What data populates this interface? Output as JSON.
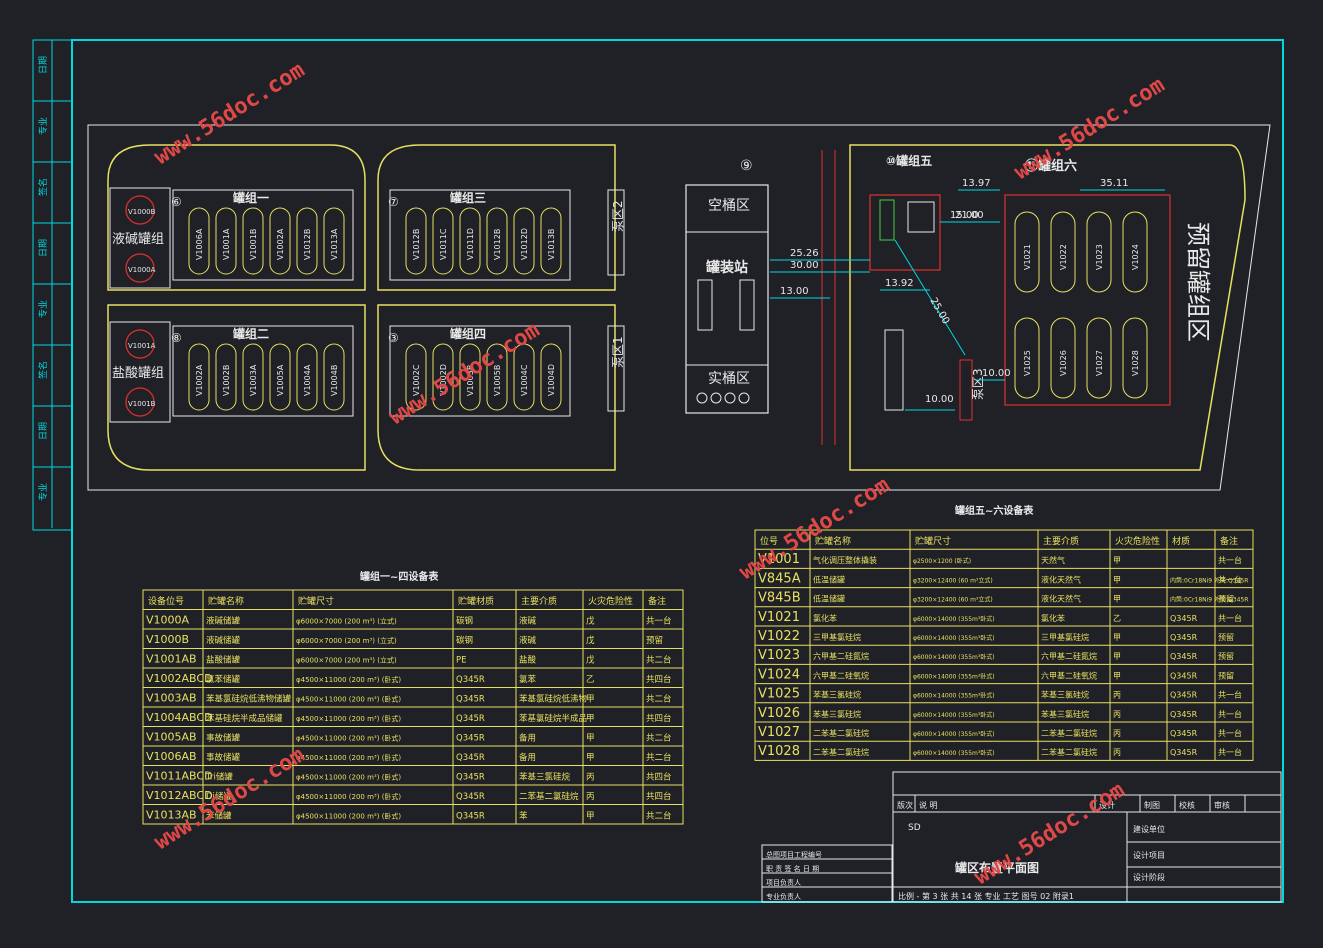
{
  "zones": {
    "g1": "罐组一",
    "g2": "罐组二",
    "g3": "罐组三",
    "g4": "罐组四",
    "g5": "⑩罐组五",
    "g6": "⑪罐组六",
    "alkali": "液碱罐组",
    "acid": "盐酸罐组",
    "empty_drum": "空桶区",
    "full_drum": "实桶区",
    "filling": "罐装站",
    "pump1": "泵区1",
    "pump2": "泵区2",
    "pump3": "泵区3",
    "reserve": "预留罐组区"
  },
  "circles": [
    "⑥",
    "⑦",
    "⑧",
    "③",
    "⑨"
  ],
  "tank_labels": {
    "g1": [
      "V1006A",
      "V1001A",
      "V1001B",
      "V1002A",
      "V1012B",
      "V1013A"
    ],
    "g2": [
      "V1002A",
      "V1002B",
      "V1003A",
      "V1005A",
      "V1004A",
      "V1004B"
    ],
    "g3": [
      "V1012B",
      "V1011C",
      "V1011D",
      "V1012B",
      "V1012D",
      "V1013B"
    ],
    "g4": [
      "V1002C",
      "V1002D",
      "V1003B",
      "V1005B",
      "V1004C",
      "V1004D"
    ],
    "g6top": [
      "V1021",
      "V1022",
      "V1023",
      "V1024"
    ],
    "g6bot": [
      "V1025",
      "V1026",
      "V1027",
      "V1028"
    ],
    "alkali": [
      "V1000B",
      "V1000A"
    ],
    "acid": [
      "V1001A",
      "V1001B"
    ]
  },
  "dims": [
    "13.97",
    "35.11",
    "21.00",
    "25.26",
    "30.00",
    "13.00",
    "13.92",
    "25.00",
    "10.00",
    "10.00",
    "15.00"
  ],
  "table1": {
    "title": "罐组一~四设备表",
    "headers": [
      "设备位号",
      "贮罐名称",
      "贮罐尺寸",
      "贮罐材质",
      "主要介质",
      "火灾危险性",
      "备注"
    ],
    "rows": [
      [
        "V1000A",
        "液碱储罐",
        "φ6000×7000 (200 m³) (立式)",
        "碳钢",
        "液碱",
        "戊",
        "共一台"
      ],
      [
        "V1000B",
        "液碱储罐",
        "φ6000×7000 (200 m³) (立式)",
        "碳钢",
        "液碱",
        "戊",
        "预留"
      ],
      [
        "V1001AB",
        "盐酸储罐",
        "φ6000×7000 (200 m³) (立式)",
        "PE",
        "盐酸",
        "戊",
        "共二台"
      ],
      [
        "V1002ABCD",
        "氯苯储罐",
        "φ4500×11000 (200 m³) (卧式)",
        "Q345R",
        "氯苯",
        "乙",
        "共四台"
      ],
      [
        "V1003AB",
        "苯基氯硅烷低沸物储罐",
        "φ4500×11000 (200 m³) (卧式)",
        "Q345R",
        "苯基氯硅烷低沸物",
        "甲",
        "共二台"
      ],
      [
        "V1004ABCD",
        "苯基硅烷半成品储罐",
        "φ4500×11000 (200 m³) (卧式)",
        "Q345R",
        "苯基氯硅烷半成品",
        "甲",
        "共四台"
      ],
      [
        "V1005AB",
        "事故储罐",
        "φ4500×11000 (200 m³) (卧式)",
        "Q345R",
        "备用",
        "甲",
        "共二台"
      ],
      [
        "V1006AB",
        "事故储罐",
        "φ4500×11000 (200 m³) (卧式)",
        "Q345R",
        "备用",
        "甲",
        "共二台"
      ],
      [
        "V1011ABCD",
        "Tri储罐",
        "φ4500×11000 (200 m³) (卧式)",
        "Q345R",
        "苯基三氯硅烷",
        "丙",
        "共四台"
      ],
      [
        "V1012ABCD",
        "Di储罐",
        "φ4500×11000 (200 m³) (卧式)",
        "Q345R",
        "二苯基二氯硅烷",
        "丙",
        "共四台"
      ],
      [
        "V1013AB",
        "苯储罐",
        "φ4500×11000 (200 m³) (卧式)",
        "Q345R",
        "苯",
        "甲",
        "共二台"
      ]
    ]
  },
  "table2": {
    "title": "罐组五~六设备表",
    "headers": [
      "位号",
      "贮罐名称",
      "贮罐尺寸",
      "主要介质",
      "火灾危险性",
      "材质",
      "备注"
    ],
    "rows": [
      [
        "V1001",
        "气化调压整体撬装",
        "φ2500×1200 (卧式)",
        "天然气",
        "甲",
        "",
        "共一台"
      ],
      [
        "V845A",
        "低温储罐",
        "φ3200×12400 (60 m³立式)",
        "液化天然气",
        "甲",
        "内筒:0Cr18Ni9 外筒:Q345R",
        "共一台"
      ],
      [
        "V845B",
        "低温储罐",
        "φ3200×12400 (60 m³立式)",
        "液化天然气",
        "甲",
        "内筒:0Cr18Ni9 外筒:Q345R",
        "预留"
      ],
      [
        "V1021",
        "氯化苯",
        "φ6000×14000 (355m³卧式)",
        "氯化苯",
        "乙",
        "Q345R",
        "共一台"
      ],
      [
        "V1022",
        "三甲基氯硅烷",
        "φ6000×14000 (355m³卧式)",
        "三甲基氯硅烷",
        "甲",
        "Q345R",
        "预留"
      ],
      [
        "V1023",
        "六甲基二硅氮烷",
        "φ6000×14000 (355m³卧式)",
        "六甲基二硅氮烷",
        "甲",
        "Q345R",
        "预留"
      ],
      [
        "V1024",
        "六甲基二硅氧烷",
        "φ6000×14000 (355m³卧式)",
        "六甲基二硅氧烷",
        "甲",
        "Q345R",
        "预留"
      ],
      [
        "V1025",
        "苯基三氯硅烷",
        "φ6000×14000 (355m³卧式)",
        "苯基三氯硅烷",
        "丙",
        "Q345R",
        "共一台"
      ],
      [
        "V1026",
        "苯基三氯硅烷",
        "φ6000×14000 (355m³卧式)",
        "苯基三氯硅烷",
        "丙",
        "Q345R",
        "共一台"
      ],
      [
        "V1027",
        "二苯基二氯硅烷",
        "φ6000×14000 (355m³卧式)",
        "二苯基二氯硅烷",
        "丙",
        "Q345R",
        "共一台"
      ],
      [
        "V1028",
        "二苯基二氯硅烷",
        "φ6000×14000 (355m³卧式)",
        "二苯基二氯硅烷",
        "丙",
        "Q345R",
        "共一台"
      ]
    ]
  },
  "titleblock": {
    "cols": [
      "版次",
      "说    明",
      "设计",
      "制图",
      "校核",
      "审核"
    ],
    "sd": "SD",
    "unit": "建设单位",
    "project": "设计项目",
    "stage": "设计阶段",
    "drawing_title": "罐区布置平面图",
    "left_rows": [
      "总图项目工程编号",
      "职  责   签   名   日   期",
      "项目负责人",
      "专业负责人"
    ],
    "bottom": "比例    -     第 3 张  共 14 张  专业   工艺       图号          02      附录1"
  },
  "watermark": "www.56doc.com",
  "side_labels": [
    "日期",
    "专业",
    "签名",
    "日期",
    "专业",
    "签名",
    "日期",
    "专业"
  ]
}
